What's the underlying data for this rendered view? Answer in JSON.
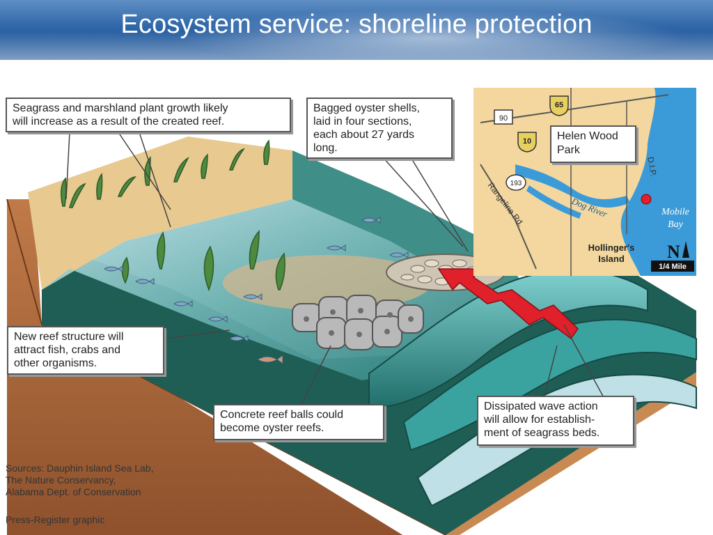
{
  "slide": {
    "title": "Ecosystem service: shoreline protection"
  },
  "callouts": {
    "seagrass_line1": "Seagrass and marshland plant growth likely",
    "seagrass_line2": "will increase as a result of the created reef.",
    "oyster_line1": "Bagged oyster shells,",
    "oyster_line2": "laid in four sections,",
    "oyster_line3": "each about 27 yards",
    "oyster_line4": "long.",
    "reef_line1": "New reef structure will",
    "reef_line2": "attract fish, crabs and",
    "reef_line3": "other organisms.",
    "balls_line1": "Concrete reef balls could",
    "balls_line2": "become oyster reefs.",
    "wave_line1": "Dissipated wave action",
    "wave_line2": "will allow for establish-",
    "wave_line3": "ment of seagrass beds."
  },
  "map": {
    "shield_90": "90",
    "shield_65": "65",
    "shield_10": "10",
    "shield_193": "193",
    "park_line1": "Helen Wood",
    "park_line2": "Park",
    "dip": "D.I.P.",
    "rangeline": "Rangeline Rd.",
    "dog_river": "Dog River",
    "bay_line1": "Mobile",
    "bay_line2": "Bay",
    "island_line1": "Hollinger's",
    "island_line2": "Island",
    "north": "N",
    "scale": "1/4 Mile"
  },
  "sources": {
    "line1": "Sources: Dauphin Island Sea Lab,",
    "line2": "The Nature Conservancy,",
    "line3": "Alabama Dept. of Conservation",
    "credit": "Press-Register graphic"
  },
  "colors": {
    "title_bg": "#2f66a8",
    "sand": "#e8c98f",
    "water_teal": "#2f8a8a",
    "deep_green": "#1f5e55",
    "earth": "#a8643a",
    "land_map": "#f4d79e",
    "map_water": "#3b9bd8",
    "marker_red": "#e0202a"
  }
}
